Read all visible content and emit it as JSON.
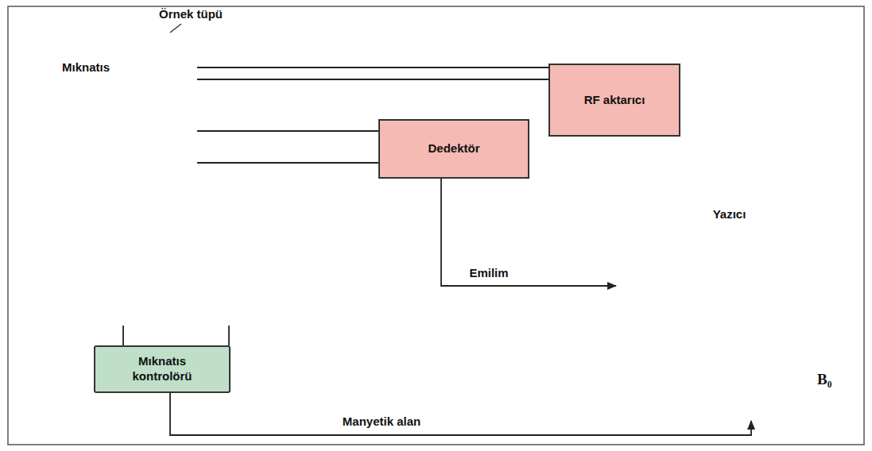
{
  "diagram": {
    "nodes": [
      {
        "text": [
          "Mıknatıs"
        ]
      },
      {
        "text": [
          "RF aktarıcı"
        ]
      },
      {
        "text": [
          "Dedektör"
        ]
      },
      {
        "text": [
          "Yazıcı"
        ]
      },
      {
        "text": [
          "Mıknatıs kontrolörü"
        ]
      }
    ],
    "edges": [
      {
        "from": 1,
        "to": 0,
        "arrow": "none"
      },
      {
        "from": 2,
        "to": 0,
        "arrow": "none"
      },
      {
        "from": 2,
        "to": 3,
        "label": "Emilim",
        "arrow": "to"
      },
      {
        "from": 4,
        "to": 0,
        "arrow": "none"
      },
      {
        "from": 4,
        "to": 3,
        "label": "Manyetik alan",
        "arrow": "to"
      }
    ],
    "labels": [
      "Örnek tüpü",
      "B₀"
    ]
  }
}
